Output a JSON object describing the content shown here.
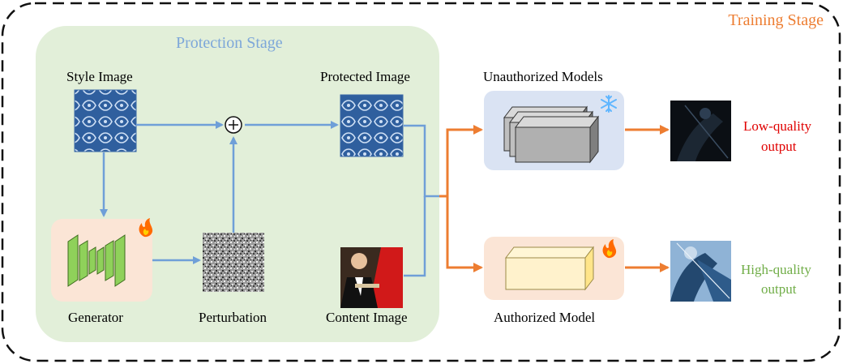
{
  "training_stage": {
    "title": "Training Stage"
  },
  "protection_stage": {
    "title": "Protection Stage",
    "style_image_label": "Style Image",
    "protected_image_label": "Protected Image",
    "generator_label": "Generator",
    "perturbation_label": "Perturbation",
    "content_image_label": "Content Image"
  },
  "models": {
    "unauthorized_label": "Unauthorized Models",
    "authorized_label": "Authorized Model"
  },
  "outputs": {
    "low_quality_line1": "Low-quality",
    "low_quality_line2": "output",
    "high_quality_line1": "High-quality",
    "high_quality_line2": "output"
  },
  "icons": {
    "generator_badge": "fire-icon",
    "authorized_badge": "fire-icon",
    "unauthorized_badge": "snowflake-icon",
    "combine": "circled-plus-icon"
  },
  "colors": {
    "training_title": "#ed7d31",
    "protection_title": "#7da7d9",
    "protection_bg": "#e2efd9",
    "arrow_blue": "#6f9fd8",
    "arrow_orange": "#ed7d31",
    "low_quality": "#e00000",
    "high_quality": "#70ad47",
    "unauthorized_bg": "#dae3f3",
    "authorized_bg": "#fbe5d6",
    "generator_bg": "#fbe5d6"
  }
}
